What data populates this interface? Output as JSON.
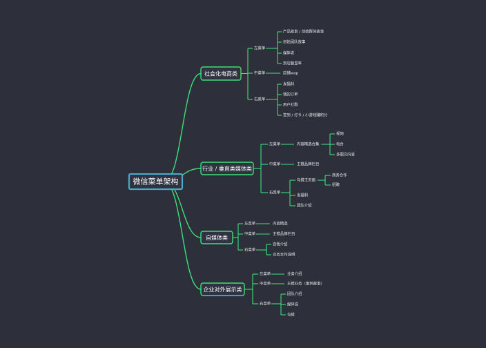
{
  "root": {
    "label": "微信菜单架构"
  },
  "categories": [
    {
      "label": "社会化电商类",
      "menus": [
        {
          "label": "左菜单",
          "items": [
            {
              "label": "产品故事 / 创始群体故事"
            },
            {
              "label": "创始团队故事"
            },
            {
              "label": "媒体说"
            },
            {
              "label": "到店额显率"
            }
          ]
        },
        {
          "label": "中菜单",
          "items": [
            {
              "label": "店铺wap"
            }
          ]
        },
        {
          "label": "右菜单",
          "items": [
            {
              "label": "发福利"
            },
            {
              "label": "我的订单"
            },
            {
              "label": "用户社群"
            },
            {
              "label": "签到 / 打卡 / 小游戏赚积分"
            }
          ]
        }
      ]
    },
    {
      "label": "行业 / 垂直类媒体类",
      "menus": [
        {
          "label": "左菜单",
          "items": [
            {
              "label": "内容精选合集",
              "children": [
                {
                  "label": "视频"
                },
                {
                  "label": "电台"
                },
                {
                  "label": "多图文内容"
                }
              ]
            }
          ]
        },
        {
          "label": "中菜单",
          "items": [
            {
              "label": "主推品牌栏目"
            }
          ]
        },
        {
          "label": "右菜单",
          "items": [
            {
              "label": "勾搭主页面",
              "children": [
                {
                  "label": "商务合作"
                },
                {
                  "label": "招聘"
                }
              ]
            },
            {
              "label": "发福利"
            },
            {
              "label": "团队介绍"
            }
          ]
        }
      ]
    },
    {
      "label": "自媒体类",
      "menus": [
        {
          "label": "左菜单",
          "items": [
            {
              "label": "内容精选"
            }
          ]
        },
        {
          "label": "中菜单",
          "items": [
            {
              "label": "主推品牌栏目"
            }
          ]
        },
        {
          "label": "右菜单",
          "items": [
            {
              "label": "自我介绍"
            },
            {
              "label": "业务合作说明"
            }
          ]
        }
      ]
    },
    {
      "label": "企业对外展示类",
      "menus": [
        {
          "label": "左菜单",
          "items": [
            {
              "label": "业务介绍"
            }
          ]
        },
        {
          "label": "中菜单",
          "items": [
            {
              "label": "主推业务（案例故事）"
            }
          ]
        },
        {
          "label": "右菜单",
          "items": [
            {
              "label": "团队介绍"
            },
            {
              "label": "媒体说"
            },
            {
              "label": "勾搭"
            }
          ]
        }
      ]
    }
  ]
}
